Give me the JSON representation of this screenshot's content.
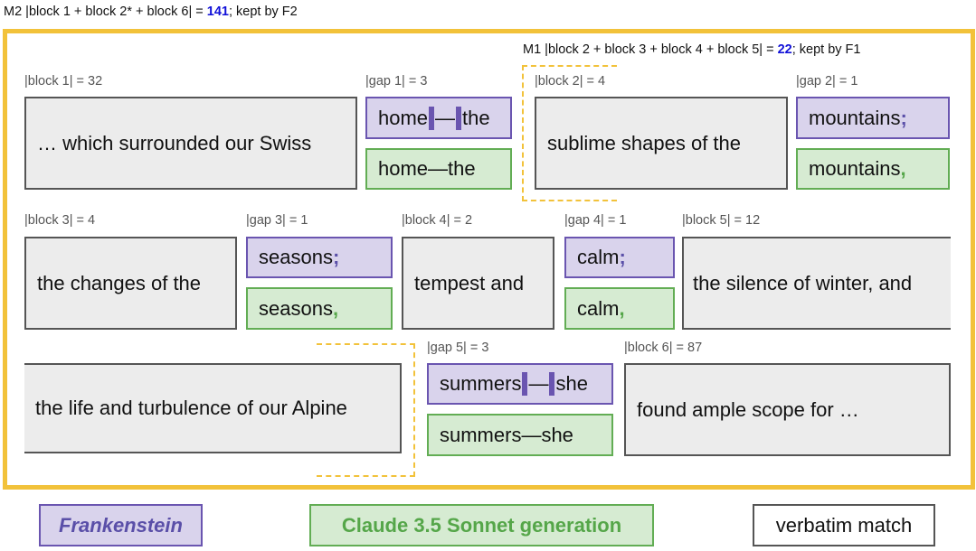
{
  "header": {
    "m2_prefix": "M2 |block 1 + block 2* + block 6| = ",
    "m2_value": "141",
    "m2_suffix": "; kept by F2",
    "m1_prefix": "M1 |block 2 + block 3 + block 4 + block 5| = ",
    "m1_value": "22",
    "m1_suffix": "; kept by F1"
  },
  "labels": {
    "block1": "|block 1| = 32",
    "gap1": "|gap 1| = 3",
    "block2": "|block 2| = 4",
    "gap2": "|gap 2| = 1",
    "block3": "|block 3| = 4",
    "gap3": "|gap 3| = 1",
    "block4": "|block 4| = 2",
    "gap4": "|gap 4| = 1",
    "block5": "|block 5| = 12",
    "gap5": "|gap 5| = 3",
    "block6": "|block 6| = 87"
  },
  "blocks": {
    "block1": "… which surrounded our Swiss",
    "block2": "sublime shapes of the",
    "block3": "the changes of the",
    "block4": "tempest and",
    "block5": "the silence of winter, and",
    "block5_cont": "the life and turbulence of our Alpine",
    "block6": "found ample scope for …"
  },
  "gaps": {
    "gap1": {
      "orig_a": "home",
      "orig_b": "—",
      "orig_c": "the",
      "gen": "home—the"
    },
    "gap2": {
      "orig_word": "mountains",
      "orig_punct": ";",
      "gen_word": "mountains",
      "gen_punct": ","
    },
    "gap3": {
      "orig_word": "seasons",
      "orig_punct": ";",
      "gen_word": "seasons",
      "gen_punct": ","
    },
    "gap4": {
      "orig_word": "calm",
      "orig_punct": ";",
      "gen_word": "calm",
      "gen_punct": ","
    },
    "gap5": {
      "orig_a": "summers",
      "orig_b": "—",
      "orig_c": "she",
      "gen": "summers—she"
    }
  },
  "legend": {
    "original": "Frankenstein",
    "generation": "Claude 3.5 Sonnet generation",
    "verbatim": "verbatim match"
  },
  "colors": {
    "frame": "#f2c23a",
    "original_fill": "#d9d3ec",
    "original_border": "#6a55b0",
    "generation_fill": "#d6ebd2",
    "generation_border": "#62ad54",
    "verbatim_fill": "#ececec",
    "verbatim_border": "#555555",
    "count_highlight": "#1010d8"
  }
}
